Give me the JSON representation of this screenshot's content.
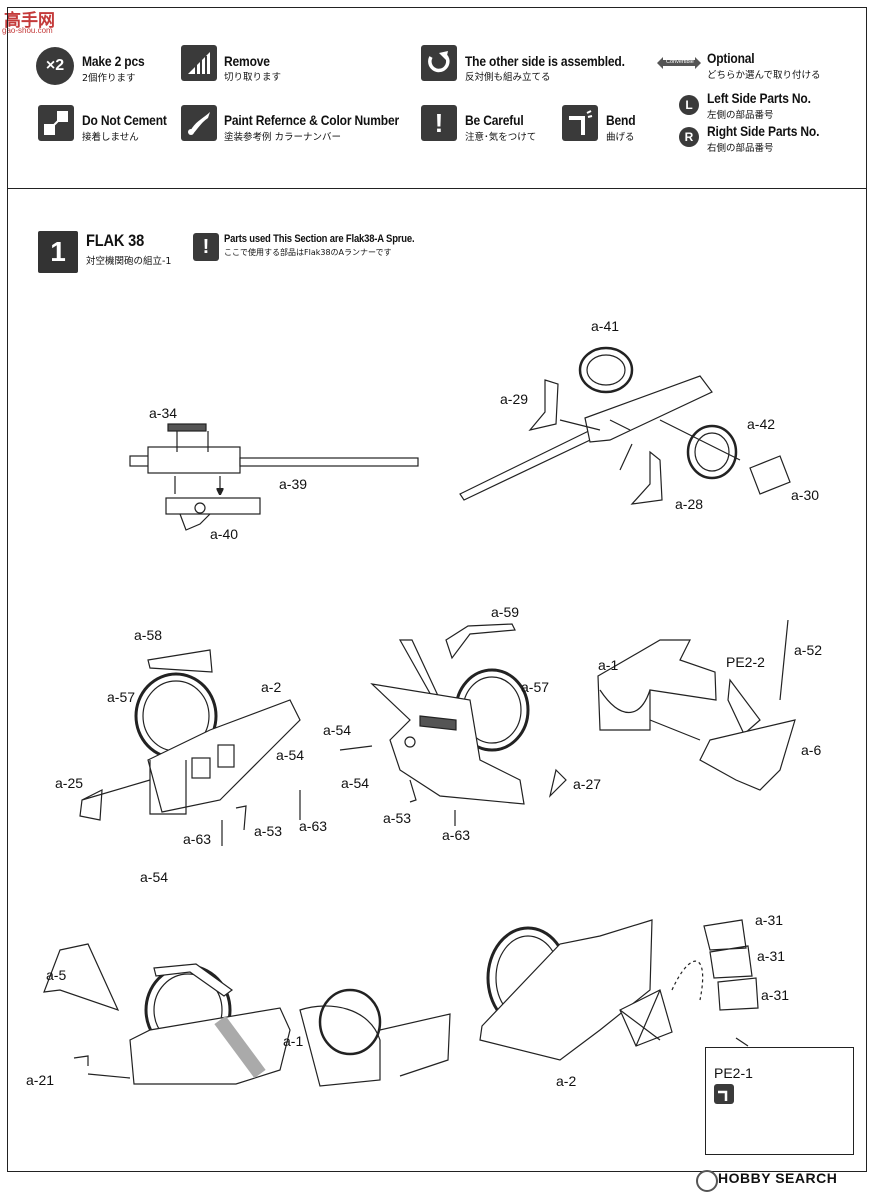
{
  "brand": {
    "name": "高手网",
    "url": "gao-shou.com"
  },
  "legend": {
    "make2": {
      "badge": "×2",
      "title": "Make 2 pcs",
      "sub": "2個作ります"
    },
    "remove": {
      "title": "Remove",
      "sub": "切り取ります"
    },
    "other_side": {
      "title": "The other side is assembled.",
      "sub": "反対側も組み立てる"
    },
    "optional": {
      "badge": "Convertible",
      "title": "Optional",
      "sub": "どちらか選んで取り付ける"
    },
    "no_cement": {
      "title": "Do Not Cement",
      "sub": "接着しません"
    },
    "paint": {
      "title": "Paint Refernce & Color Number",
      "sub": "塗装参考例 カラーナンバー"
    },
    "careful": {
      "title": "Be Careful",
      "sub": "注意･気をつけて"
    },
    "bend": {
      "title": "Bend",
      "sub": "曲げる"
    },
    "left": {
      "badge": "L",
      "title": "Left Side Parts No.",
      "sub": "左側の部品番号"
    },
    "right": {
      "badge": "R",
      "title": "Right Side Parts No.",
      "sub": "右側の部品番号"
    }
  },
  "step": {
    "number": "1",
    "title": "FLAK 38",
    "subtitle": "対空機関砲の組立-1",
    "note_title": "Parts used This Section are Flak38-A Sprue.",
    "note_sub": "ここで使用する部品はFlak38のAランナーです"
  },
  "parts": {
    "a34": "a-34",
    "a39": "a-39",
    "a40": "a-40",
    "a41": "a-41",
    "a29": "a-29",
    "a42": "a-42",
    "a28": "a-28",
    "a30": "a-30",
    "a58": "a-58",
    "a2_top": "a-2",
    "a57_left": "a-57",
    "a54_1": "a-54",
    "a25": "a-25",
    "a63_1": "a-63",
    "a53_1": "a-53",
    "a63_2": "a-63",
    "a54_2": "a-54",
    "a59": "a-59",
    "a57_mid": "a-57",
    "a54_3": "a-54",
    "a54_4": "a-54",
    "a27": "a-27",
    "a53_2": "a-53",
    "a63_3": "a-63",
    "a1_top": "a-1",
    "pe22": "PE2-2",
    "a52": "a-52",
    "a6": "a-6",
    "a5": "a-5",
    "a1_bottom": "a-1",
    "a21": "a-21",
    "a31_1": "a-31",
    "a31_2": "a-31",
    "a31_3": "a-31",
    "a2_bottom": "a-2",
    "pe21": "PE2-1"
  },
  "watermark": "HOBBY SEARCH"
}
